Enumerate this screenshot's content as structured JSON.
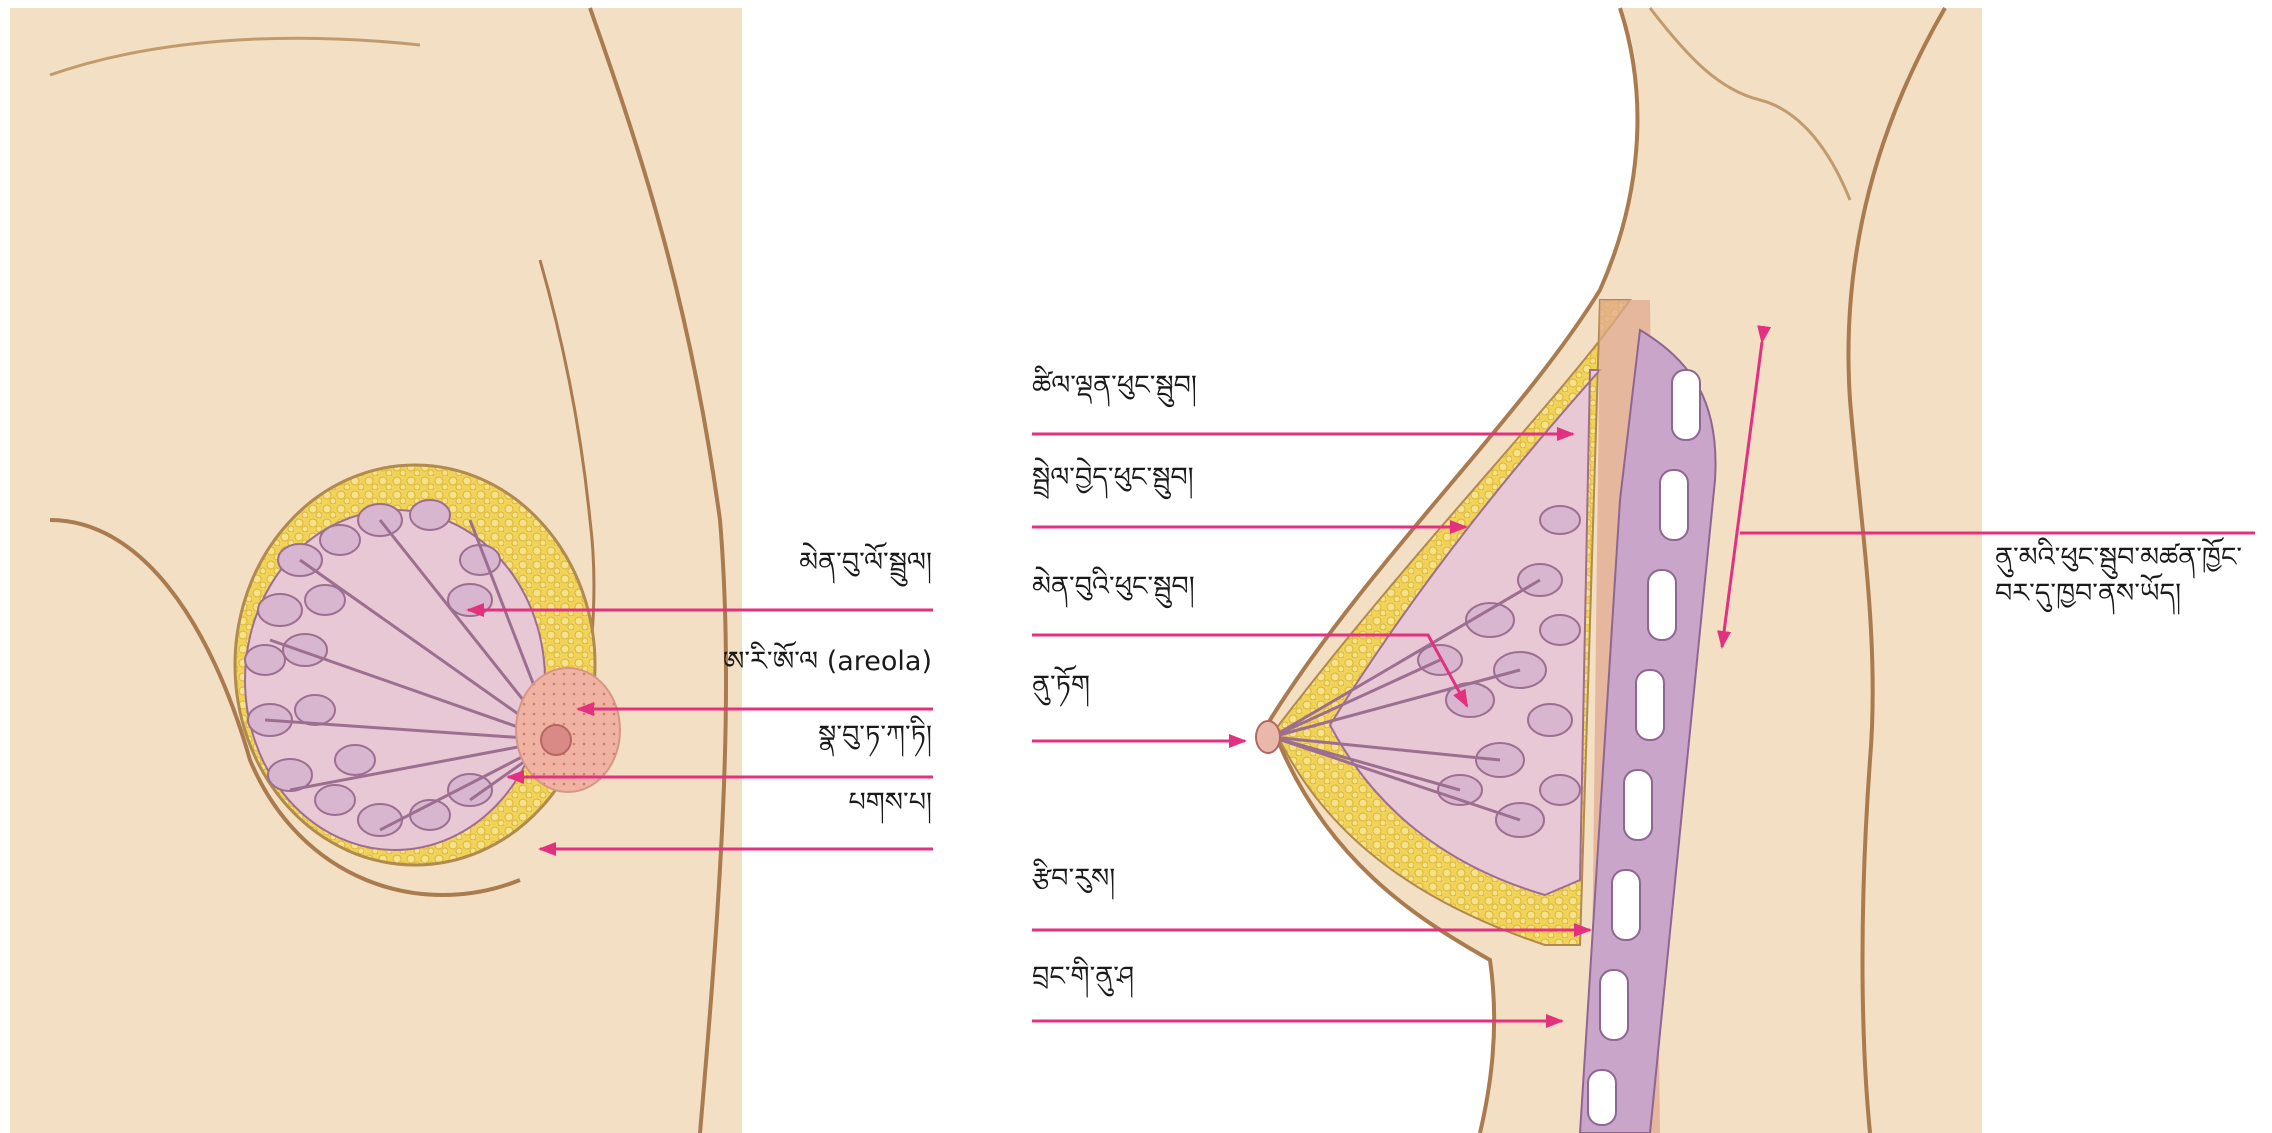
{
  "colors": {
    "skin": "#f3dfc4",
    "skin_shade": "#e6c59a",
    "outline": "#a97b4f",
    "fat": "#f2d35a",
    "fat_dark": "#d9b537",
    "lobule": "#d9b6cf",
    "lobule_edge": "#9c6f91",
    "areola": "#f0b3a3",
    "muscle": "#b58bb8",
    "rib": "#ffffff",
    "arrow": "#e3307f",
    "text": "#1a1a1a"
  },
  "labels": {
    "front_lobules": "མེན་བུ་ལོ་སྦྲུལ།",
    "front_areola": "ཨ་རི་ཨོ་ལ (areola)",
    "front_ducts": "སྣ་བུ་ཏ་ཀ་ཏི།",
    "front_fat": "པགས་པ།",
    "side_connective": "ཚིལ་ལྡན་ཕུང་སྦུབ།",
    "side_glandular": "སྦྲེལ་བྱེད་ཕུང་སྦུབ།",
    "side_milk_gland": "མེན་བུའི་ཕུང་སྦུབ།",
    "side_nipple": "ནུ་ཏོག",
    "side_rib": "རྩིབ་རུས།",
    "side_chest_muscle": "བྲང་གི་ནུ་ཤ",
    "side_range": "ནུ་མའི་ཕུང་སྦུབ་མཚན་ཁྱོང་བར་དུ་ཁྱབ་ནས་ཡོད།"
  },
  "icons": {
    "arrow_head": "arrowhead-icon"
  }
}
